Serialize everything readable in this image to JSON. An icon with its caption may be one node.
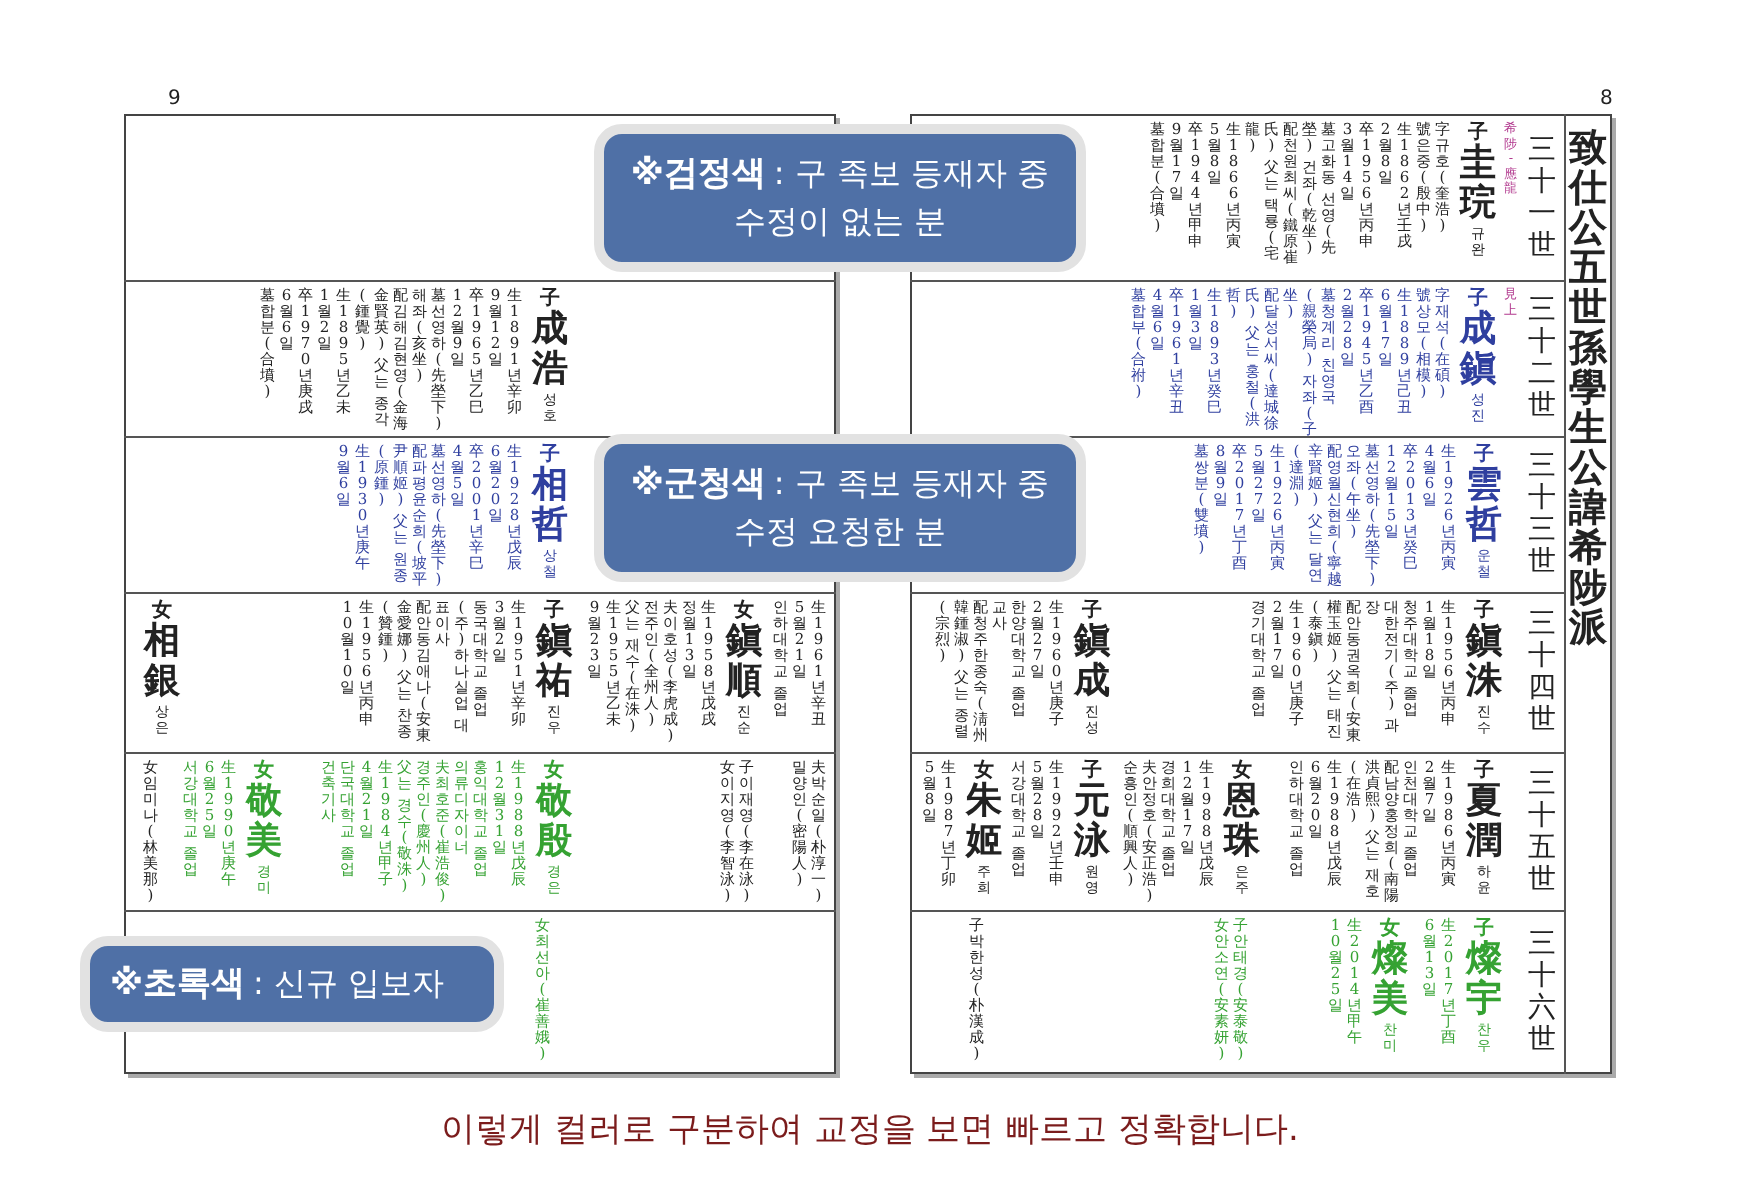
{
  "diagram": {
    "title": "致仕公五世孫學生公諱希陟派",
    "caption": "이렇게 컬러로 구분하여 교정을 보면 빠르고 정확합니다.",
    "nodes": [
      {
        "text": [
          "※검정색",
          ": 구 족보 등재자 중 수정이 없는 분"
        ]
      },
      {
        "text": [
          "※군청색",
          ": 구 족보 등재자 중 수정 요청한 분"
        ]
      },
      {
        "text": [
          "※초록색",
          ": 신규 입보자"
        ]
      }
    ],
    "labels": [
      "8",
      "三十一世",
      "三十二世",
      "三十三世",
      "三十四世",
      "三十五世",
      "三十六世",
      "希陟-應龍",
      "子",
      "圭琓",
      "규완",
      "字규호(奎浩)",
      "號은중(殷中)",
      "生1862년壬戌",
      "2월8일",
      "卒1956년丙申",
      "3월14일",
      "墓고화동 선영(先",
      "塋) 건좌(乾坐)",
      "配천원최씨(鐵原崔",
      "氏) 父는 택룡(宅",
      "龍)",
      "生1866년丙寅",
      "5월8일",
      "卒1944년甲申",
      "9월17일",
      "墓합분(合墳)",
      "見上",
      "子",
      "成鎭",
      "성진",
      "字재석(在碩)",
      "號상모(相模)",
      "生1889년己丑",
      "6월17일",
      "卒1945년乙酉",
      "2월28일",
      "墓청계리 친영국",
      "(親榮局) 자좌(子",
      "坐)",
      "配달성서씨(達城徐",
      "氏) 父는 홍철(洪",
      "哲)",
      "生1893년癸巳",
      "1월3일",
      "卒1961년辛丑",
      "4월6일",
      "墓합부(合祔)",
      "子",
      "雲哲",
      "운철",
      "生1926년丙寅",
      "4월6일",
      "卒2013년癸巳",
      "12월15일",
      "墓선영하(先塋下)",
      "오좌(午坐)",
      "配영월신현희(寧越",
      "辛賢姬) 父는 달연",
      "(達淵)",
      "生1926년丙寅",
      "5월27일",
      "卒2017년丁酉",
      "8월9일",
      "墓쌍분(雙墳)",
      "子",
      "鎭洙",
      "진수",
      "生1956년丙申",
      "1월18일",
      "청주대학교 졸업",
      "대한전기(주) 과",
      "장",
      "配안동권옥희(安東",
      "權玉姬) 父는 태진",
      "(泰鎭)",
      "生1960년庚子",
      "2월17일",
      "경기대학교 졸업",
      "子",
      "鎭成",
      "진성",
      "生1960년庚子",
      "2월27일",
      "한양대학교 졸업",
      "교사",
      "配청주한종숙(淸州",
      "韓鍾淑) 父는 종렬",
      "(宗烈)",
      "子",
      "夏潤",
      "하윤",
      "生1986년丙寅",
      "2월7일",
      "인천대학교 졸업",
      "配남양홍정희(南陽",
      "洪貞熙) 父는 재호",
      "(在浩)",
      "生1988년戊辰",
      "6월20일",
      "인하대학교 졸업",
      "女",
      "恩珠",
      "은주",
      "生1988년戊辰",
      "12월17일",
      "경희대학교 졸업",
      "夫안정호(安正浩)",
      "순흥인(順興人)",
      "子",
      "元泳",
      "원영",
      "生1992년壬申",
      "5월28일",
      "서강대학교 졸업",
      "女",
      "朱姬",
      "주희",
      "生1987년丁卯",
      "5월8일",
      "子",
      "燦宇",
      "찬우",
      "生2017년丁酉",
      "6월13일",
      "女",
      "燦美",
      "찬미",
      "生2014년甲午",
      "10월25일",
      "子안태경(安泰敬)",
      "女안소연(安素妍)",
      "子박한성(朴漢成)",
      "9",
      "子",
      "成浩",
      "성호",
      "生1891년辛卯",
      "9월12일",
      "卒1965년乙巳",
      "12월9일",
      "墓선영하(先塋下)",
      "해좌(亥坐)",
      "配김해김현영(金海",
      "金賢英) 父는 종각",
      "(鍾覺)",
      "生1895년乙未",
      "1월2일",
      "卒1970년庚戌",
      "6월6일",
      "墓합분(合墳)",
      "子",
      "相哲",
      "상철",
      "生1928년戊辰",
      "6월20일",
      "卒2001년辛巳",
      "4월5일",
      "墓선영하(先塋下)",
      "配파평윤순희(坡平",
      "尹順姬) 父는 원종",
      "(原鍾)",
      "生1930년庚午",
      "9월6일",
      "生1961년辛丑",
      "5월21일",
      "인하대학교 졸업",
      "女",
      "鎭順",
      "진순",
      "生1958년戊戌",
      "정월13일",
      "夫이호성(李虎成)",
      "전주인(全州人)",
      "父는 재수(在洙)",
      "生1955년乙未",
      "9월23일",
      "子",
      "鎭祐",
      "진우",
      "生1951년辛卯",
      "3월2일",
      "동국대학교 졸업",
      "(주)하나실업 대",
      "표이사",
      "配안동김애나(安東",
      "金愛娜) 父는 찬종",
      "(贊鍾)",
      "生1956년丙申",
      "10월10일",
      "女",
      "相銀",
      "상은",
      "夫박순일(朴淳一)",
      "밀양인(密陽人)",
      "子이재영(李在泳)",
      "女이지영(李智泳)",
      "女",
      "敬殷",
      "경은",
      "生1988년戊辰",
      "12월31일",
      "홍익대학교 졸업",
      "의류디자이너",
      "夫최호준(崔浩俊)",
      "경주인(慶州人)",
      "父는 경수(敬洙)",
      "生1984년甲子",
      "4월21일",
      "단국대학교 졸업",
      "건축기사",
      "女",
      "敬美",
      "경미",
      "生1990년庚午",
      "6월25일",
      "서강대학교 졸업",
      "女임미나(林美那)",
      "女최선아(崔善娥)"
    ]
  }
}
